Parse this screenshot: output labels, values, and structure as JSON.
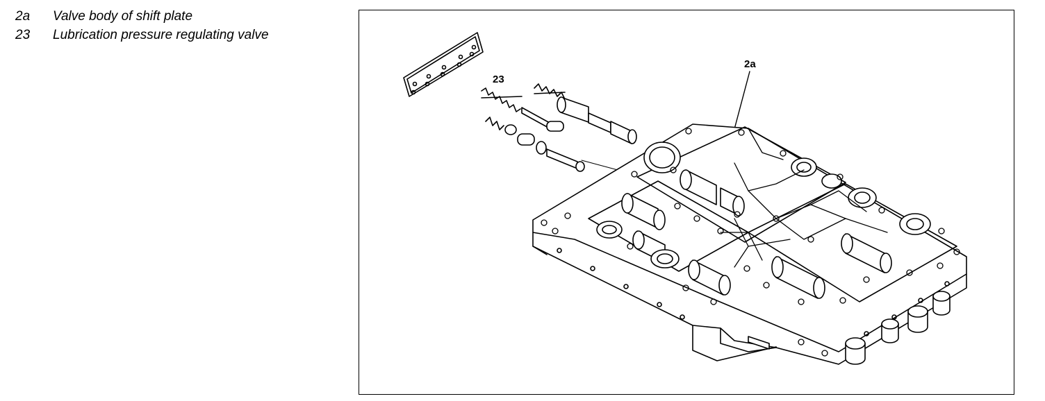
{
  "legend": {
    "items": [
      {
        "code": "2a",
        "description": "Valve body of shift plate"
      },
      {
        "code": "23",
        "description": "Lubrication pressure regulating valve"
      }
    ]
  },
  "figure": {
    "callouts": {
      "valve_body": "2a",
      "regulating_valve": "23"
    }
  }
}
